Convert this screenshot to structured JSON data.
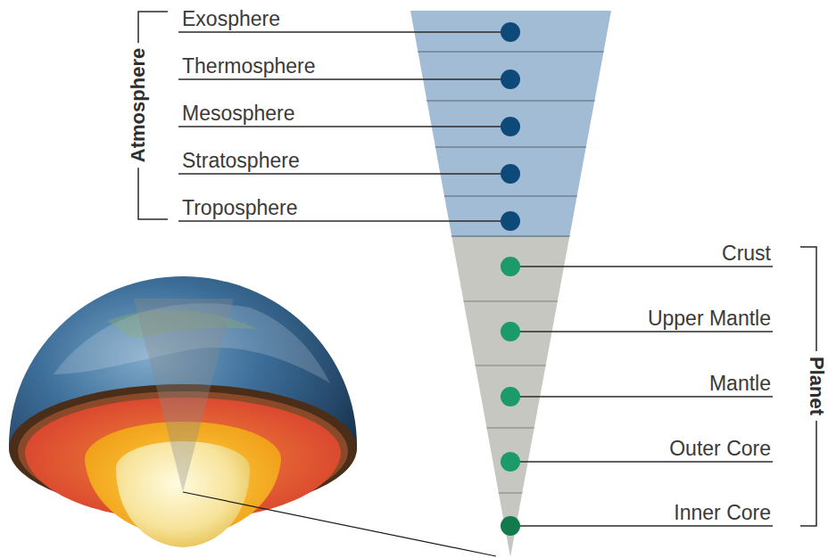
{
  "diagram": {
    "labels": [
      "Atmosphere",
      "Exosphere",
      "Thermosphere",
      "Mesosphere",
      "Stratosphere",
      "Troposphere",
      "Planet",
      "Crust",
      "Upper Mantle",
      "Mantle",
      "Outer Core",
      "Inner Core"
    ]
  }
}
